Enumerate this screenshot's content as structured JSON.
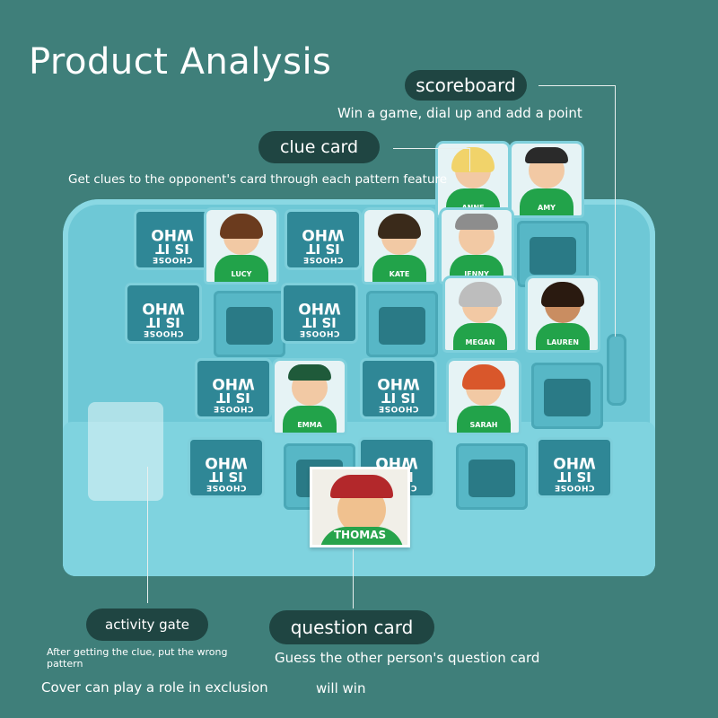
{
  "title": "Product Analysis",
  "scoreboard": {
    "label": "scoreboard",
    "desc": "Win a game, dial up and add a point"
  },
  "clue_card": {
    "label": "clue card",
    "desc": "Get clues to the opponent's card through each pattern feature"
  },
  "activity_gate": {
    "label": "activity gate",
    "desc_line1": "After getting the clue, put the wrong",
    "desc_line2": "pattern",
    "desc_line3": "Cover can play a role in exclusion"
  },
  "question_card": {
    "label": "question card",
    "desc_line1": "Guess the other person's question card",
    "desc_line2": "will win",
    "name": "THOMAS"
  },
  "card_back": {
    "line1": "CHOOSE",
    "line2": "IS IT",
    "line3": "WHO"
  },
  "cards": {
    "anne": "ANNE",
    "amy": "AMY",
    "lucy": "LUCY",
    "kate": "KATE",
    "jenny": "JENNY",
    "megan": "MEGAN",
    "lauren": "LAUREN",
    "emma": "EMMA",
    "sarah": "SARAH"
  },
  "colors": {
    "background": "#3f7f7a",
    "board": "#6ec8d6",
    "pill": "#1f4542"
  }
}
